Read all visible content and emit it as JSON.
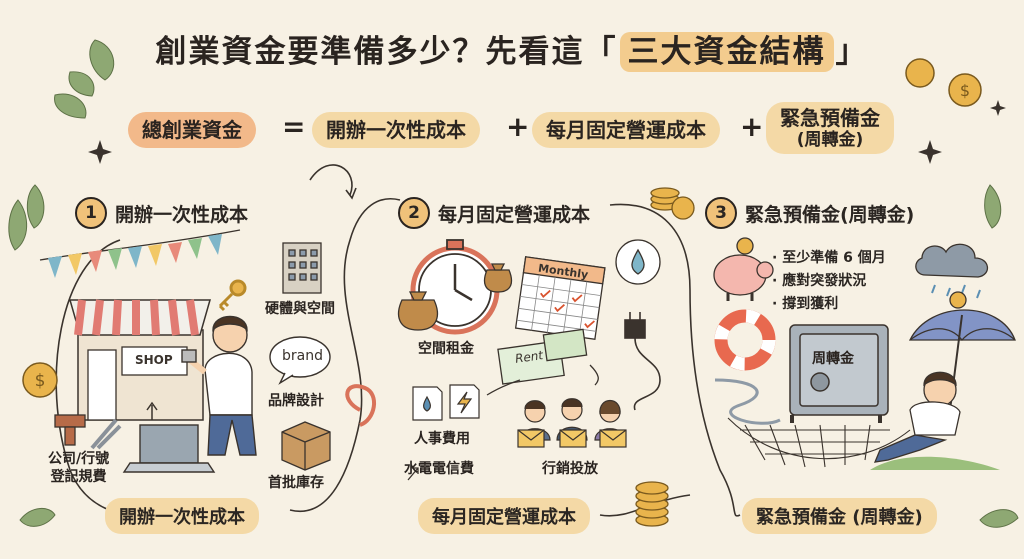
{
  "title": {
    "prefix": "創業資金要準備多少？先看這「",
    "highlight": "三大資金結構",
    "suffix": "」"
  },
  "formula": {
    "total": "總創業資金",
    "equals": "=",
    "part1": "開辦一次性成本",
    "plus1": "+",
    "part2": "每月固定營運成本",
    "plus2": "+",
    "part3_line1": "緊急預備金",
    "part3_line2": "(周轉金)"
  },
  "sections": {
    "s1": {
      "num": "1",
      "title": "開辦一次性成本",
      "shop_sign": "SHOP",
      "items": {
        "space": "硬體與空間",
        "brand_bubble": "brand",
        "brand": "品牌設計",
        "stock": "首批庫存",
        "reg_line1": "公司/行號",
        "reg_line2": "登記規費"
      },
      "footer": "開辦一次性成本"
    },
    "s2": {
      "num": "2",
      "title": "每月固定營運成本",
      "calendar": "Monthly",
      "rent_tag": "Rent",
      "items": {
        "rent": "空間租金",
        "staff": "人事費用",
        "utilities": "水電電信費",
        "marketing": "行銷投放"
      },
      "footer": "每月固定營運成本"
    },
    "s3": {
      "num": "3",
      "title": "緊急預備金(周轉金)",
      "bullets": [
        "至少準備 6 個月",
        "應對突發狀況",
        "撐到獲利"
      ],
      "safe_label": "周轉金",
      "footer": "緊急預備金 (周轉金)"
    }
  },
  "colors": {
    "background": "#f7f1e4",
    "pill": "#f4d9a6",
    "pill_accent": "#f2b98a",
    "coin": "#e9b44c"
  }
}
